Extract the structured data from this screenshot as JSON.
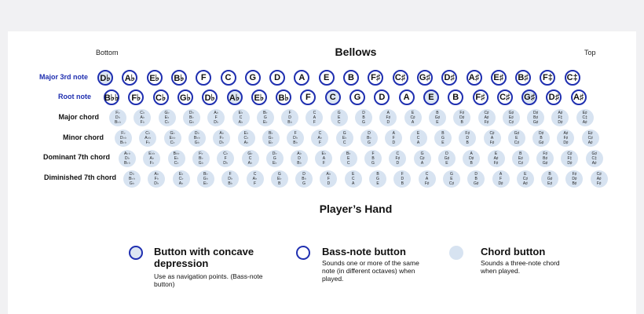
{
  "header": {
    "title": "Bellows",
    "left_label": "Bottom",
    "right_label": "Top"
  },
  "footer": {
    "title": "Player’s Hand"
  },
  "colors": {
    "bass_border": "#1f2fb0",
    "chord_fill": "#d7e3f1",
    "concave_fill": "#dde6f2",
    "label_blue": "#1f2fb0"
  },
  "rows": {
    "major3": {
      "label": "Major 3rd note",
      "buttons": [
        {
          "t": "D♭",
          "c": true
        },
        {
          "t": "A♭"
        },
        {
          "t": "E♭"
        },
        {
          "t": "B♭"
        },
        {
          "t": "F"
        },
        {
          "t": "C"
        },
        {
          "t": "G"
        },
        {
          "t": "D"
        },
        {
          "t": "A"
        },
        {
          "t": "E"
        },
        {
          "t": "B"
        },
        {
          "t": "F♯"
        },
        {
          "t": "C♯"
        },
        {
          "t": "G♯"
        },
        {
          "t": "D♯"
        },
        {
          "t": "A♯"
        },
        {
          "t": "E♯"
        },
        {
          "t": "B♯"
        },
        {
          "t": "F‡"
        },
        {
          "t": "C‡"
        }
      ]
    },
    "root": {
      "label": "Root note",
      "buttons": [
        {
          "t": "B♭♭"
        },
        {
          "t": "F♭"
        },
        {
          "t": "C♭"
        },
        {
          "t": "G♭"
        },
        {
          "t": "D♭"
        },
        {
          "t": "A♭",
          "c": true
        },
        {
          "t": "E♭"
        },
        {
          "t": "B♭"
        },
        {
          "t": "F"
        },
        {
          "t": "C",
          "c": true
        },
        {
          "t": "G"
        },
        {
          "t": "D"
        },
        {
          "t": "A"
        },
        {
          "t": "E",
          "c": true
        },
        {
          "t": "B"
        },
        {
          "t": "F♯"
        },
        {
          "t": "C♯"
        },
        {
          "t": "G♯",
          "c": true
        },
        {
          "t": "D♯"
        },
        {
          "t": "A♯"
        }
      ]
    },
    "major": {
      "label": "Major chord",
      "chords": [
        [
          "F♭",
          "D♭",
          "B♭♭"
        ],
        [
          "C♭",
          "A♭",
          "F♭"
        ],
        [
          "G♭",
          "E♭",
          "C♭"
        ],
        [
          "D♭",
          "B♭",
          "G♭"
        ],
        [
          "A♭",
          "F",
          "D♭"
        ],
        [
          "E♭",
          "C",
          "A♭"
        ],
        [
          "B♭",
          "G",
          "E♭"
        ],
        [
          "F",
          "D",
          "B♭"
        ],
        [
          "C",
          "A",
          "F"
        ],
        [
          "G",
          "E",
          "C"
        ],
        [
          "D",
          "B",
          "G"
        ],
        [
          "A",
          "F♯",
          "D"
        ],
        [
          "E",
          "C♯",
          "A"
        ],
        [
          "B",
          "G♯",
          "E"
        ],
        [
          "F♯",
          "D♯",
          "B"
        ],
        [
          "C♯",
          "A♯",
          "F♯"
        ],
        [
          "G♯",
          "E♯",
          "C♯"
        ],
        [
          "D♯",
          "B♯",
          "G♯"
        ],
        [
          "A♯",
          "F‡",
          "D♯"
        ],
        [
          "E♯",
          "C‡",
          "A♯"
        ]
      ]
    },
    "minor": {
      "label": "Minor chord",
      "chords": [
        [
          "F♭",
          "D♭♭",
          "B♭♭"
        ],
        [
          "C♭",
          "A♭♭",
          "F♭"
        ],
        [
          "G♭",
          "E♭♭",
          "C♭"
        ],
        [
          "D♭",
          "B♭♭",
          "G♭"
        ],
        [
          "A♭",
          "F♭",
          "D♭"
        ],
        [
          "E♭",
          "C♭",
          "A♭"
        ],
        [
          "B♭",
          "G♭",
          "E♭"
        ],
        [
          "F",
          "D♭",
          "B♭"
        ],
        [
          "C",
          "A♭",
          "F"
        ],
        [
          "G",
          "E♭",
          "C"
        ],
        [
          "D",
          "B♭",
          "G"
        ],
        [
          "A",
          "F",
          "D"
        ],
        [
          "E",
          "C",
          "A"
        ],
        [
          "B",
          "G",
          "E"
        ],
        [
          "F♯",
          "D",
          "B"
        ],
        [
          "C♯",
          "A",
          "F♯"
        ],
        [
          "G♯",
          "E",
          "C♯"
        ],
        [
          "D♯",
          "B",
          "G♯"
        ],
        [
          "A♯",
          "F♯",
          "D♯"
        ],
        [
          "E♯",
          "C♯",
          "A♯"
        ]
      ]
    },
    "dom7": {
      "label": "Dominant 7th chord",
      "chords": [
        [
          "A♭♭",
          "D♭",
          "B♭♭"
        ],
        [
          "E♭♭",
          "A♭",
          "F♭"
        ],
        [
          "B♭♭",
          "E♭",
          "C♭"
        ],
        [
          "F♭",
          "B♭",
          "G♭"
        ],
        [
          "C♭",
          "F",
          "D♭"
        ],
        [
          "G♭",
          "C",
          "A♭"
        ],
        [
          "D♭",
          "G",
          "E♭"
        ],
        [
          "A♭",
          "D",
          "B♭"
        ],
        [
          "E♭",
          "A",
          "F"
        ],
        [
          "B♭",
          "E",
          "C"
        ],
        [
          "F",
          "B",
          "G"
        ],
        [
          "C",
          "F♯",
          "D"
        ],
        [
          "G",
          "C♯",
          "A"
        ],
        [
          "D",
          "G♯",
          "E"
        ],
        [
          "A",
          "D♯",
          "B"
        ],
        [
          "E",
          "A♯",
          "F♯"
        ],
        [
          "B",
          "E♯",
          "C♯"
        ],
        [
          "F♯",
          "B♯",
          "G♯"
        ],
        [
          "C♯",
          "F‡",
          "D♯"
        ],
        [
          "G♯",
          "C‡",
          "A♯"
        ]
      ]
    },
    "dim7": {
      "label": "Diminished 7th chord",
      "chords": [
        [
          "D♭",
          "B♭♭",
          "G♭"
        ],
        [
          "A♭",
          "F♭",
          "D♭"
        ],
        [
          "E♭",
          "C♭",
          "A♭"
        ],
        [
          "B♭",
          "G♭",
          "E♭"
        ],
        [
          "F",
          "D♭",
          "B♭"
        ],
        [
          "C",
          "A♭",
          "F"
        ],
        [
          "G",
          "E♭",
          "B"
        ],
        [
          "D",
          "B♭",
          "G"
        ],
        [
          "A♭",
          "F",
          "D"
        ],
        [
          "E",
          "C",
          "A"
        ],
        [
          "B",
          "G",
          "E"
        ],
        [
          "F",
          "D",
          "B"
        ],
        [
          "C",
          "A",
          "F♯"
        ],
        [
          "G",
          "E",
          "C♯"
        ],
        [
          "D",
          "B",
          "G♯"
        ],
        [
          "A",
          "F",
          "D♯"
        ],
        [
          "E",
          "C♯",
          "A♯"
        ],
        [
          "B",
          "G♯",
          "E♯"
        ],
        [
          "F♯",
          "D♯",
          "B♯"
        ],
        [
          "C♯",
          "A♯",
          "F♯"
        ]
      ]
    }
  },
  "legend": [
    {
      "title": "Button with concave depression",
      "desc": "Use as navigation points. (Bass-note button)"
    },
    {
      "title": "Bass-note button",
      "desc": "Sounds one or more of the same note (in different octaves) when played."
    },
    {
      "title": "Chord button",
      "desc": "Sounds a three-note chord when played."
    }
  ]
}
